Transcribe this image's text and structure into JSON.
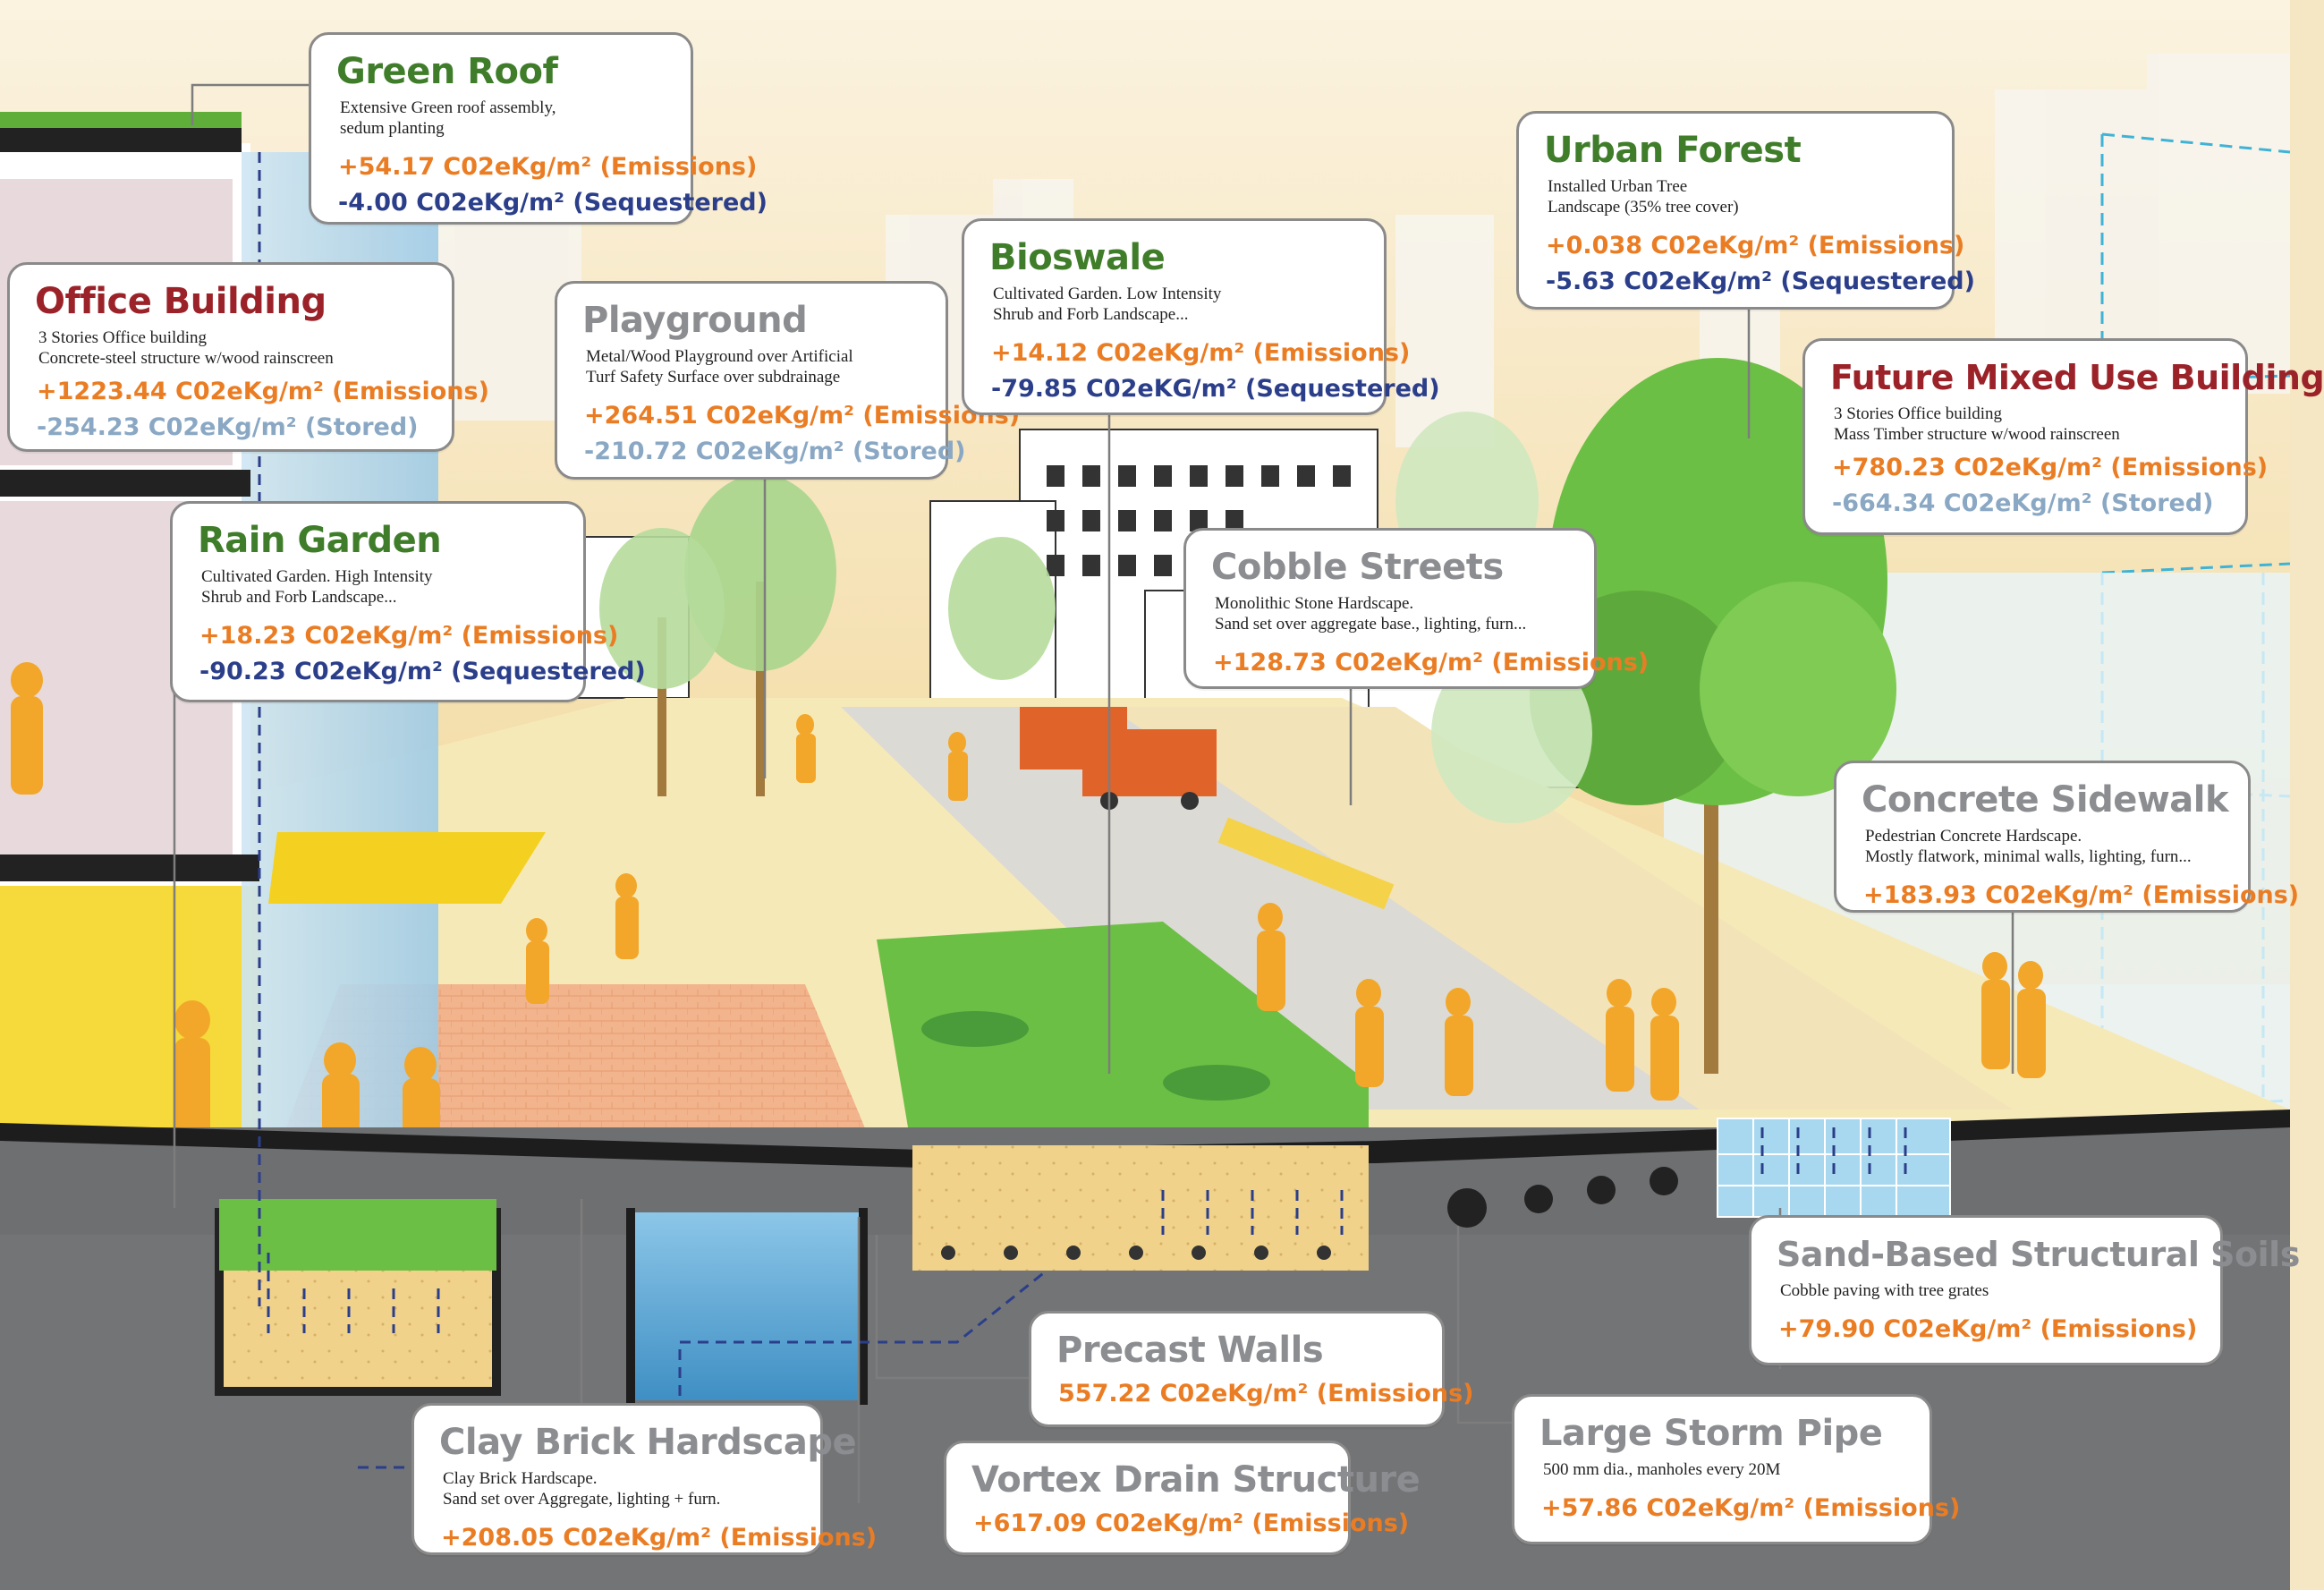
{
  "callouts": {
    "green_roof": {
      "title": "Green Roof",
      "desc": [
        "Extensive Green roof assembly,",
        "sedum planting"
      ],
      "values": [
        "+54.17 C02eKg/m² (Emissions)",
        "-4.00 C02eKg/m² (Sequestered)"
      ]
    },
    "office_building": {
      "title": "Office Building",
      "desc": [
        "3 Stories Office building",
        "Concrete-steel structure w/wood rainscreen"
      ],
      "values": [
        "+1223.44 C02eKg/m² (Emissions)",
        "-254.23 C02eKg/m² (Stored)"
      ]
    },
    "playground": {
      "title": "Playground",
      "desc": [
        "Metal/Wood Playground over Artificial",
        "Turf Safety Surface over subdrainage"
      ],
      "values": [
        "+264.51 C02eKg/m² (Emissions)",
        "-210.72 C02eKg/m² (Stored)"
      ]
    },
    "bioswale": {
      "title": "Bioswale",
      "desc": [
        "Cultivated Garden. Low Intensity",
        "Shrub and Forb Landscape..."
      ],
      "values": [
        "+14.12 C02eKg/m² (Emissions)",
        "-79.85 C02eKG/m² (Sequestered)"
      ]
    },
    "urban_forest": {
      "title": "Urban Forest",
      "desc": [
        "Installed Urban Tree",
        "Landscape  (35% tree cover)"
      ],
      "values": [
        "+0.038 C02eKg/m² (Emissions)",
        "-5.63 C02eKg/m² (Sequestered)"
      ]
    },
    "future_mixed_use": {
      "title": "Future Mixed Use Building",
      "desc": [
        "3 Stories Office building",
        "Mass Timber structure w/wood rainscreen"
      ],
      "values": [
        "+780.23 C02eKg/m² (Emissions)",
        "-664.34 C02eKg/m² (Stored)"
      ]
    },
    "rain_garden": {
      "title": "Rain Garden",
      "desc": [
        "Cultivated Garden. High Intensity",
        "Shrub and Forb Landscape..."
      ],
      "values": [
        "+18.23 C02eKg/m² (Emissions)",
        "-90.23 C02eKg/m² (Sequestered)"
      ]
    },
    "cobble_streets": {
      "title": "Cobble Streets",
      "desc": [
        "Monolithic Stone Hardscape.",
        "Sand set over aggregate base., lighting, furn..."
      ],
      "values": [
        "+128.73 C02eKg/m² (Emissions)"
      ]
    },
    "concrete_sidewalk": {
      "title": "Concrete Sidewalk",
      "desc": [
        "Pedestrian Concrete Hardscape.",
        "Mostly flatwork, minimal walls, lighting, furn..."
      ],
      "values": [
        "+183.93 C02eKg/m² (Emissions)"
      ]
    },
    "sand_soils": {
      "title": "Sand-Based Structural Soils",
      "desc": [
        "Cobble paving with tree grates"
      ],
      "values": [
        "+79.90 C02eKg/m² (Emissions)"
      ]
    },
    "precast_walls": {
      "title": "Precast Walls",
      "desc": [],
      "values": [
        "557.22 C02eKg/m² (Emissions)"
      ]
    },
    "clay_brick": {
      "title": "Clay Brick Hardscape",
      "desc": [
        "Clay Brick Hardscape.",
        "Sand set over Aggregate, lighting + furn."
      ],
      "values": [
        "+208.05 C02eKg/m² (Emissions)"
      ]
    },
    "vortex_drain": {
      "title": "Vortex Drain Structure",
      "desc": [],
      "values": [
        "+617.09 C02eKg/m² (Emissions)"
      ]
    },
    "storm_pipe": {
      "title": "Large Storm Pipe",
      "desc": [
        "500 mm dia., manholes every 20M"
      ],
      "values": [
        "+57.86 C02eKg/m² (Emissions)"
      ]
    }
  },
  "colors": {
    "title_green": "#3f7d2a",
    "title_red": "#9b2229",
    "title_gray": "#8b8d90",
    "emissions_orange": "#ea7d24",
    "sequestered_navy": "#2b3e8a",
    "stored_blue": "#8aa8c4",
    "sky": "#f6e2b4",
    "ground_section": "#6e6f71",
    "pavement_cream": "#f4e2a6",
    "grass": "#5fae3a",
    "water": "#5ea7d4",
    "people": "#f3b02a"
  }
}
